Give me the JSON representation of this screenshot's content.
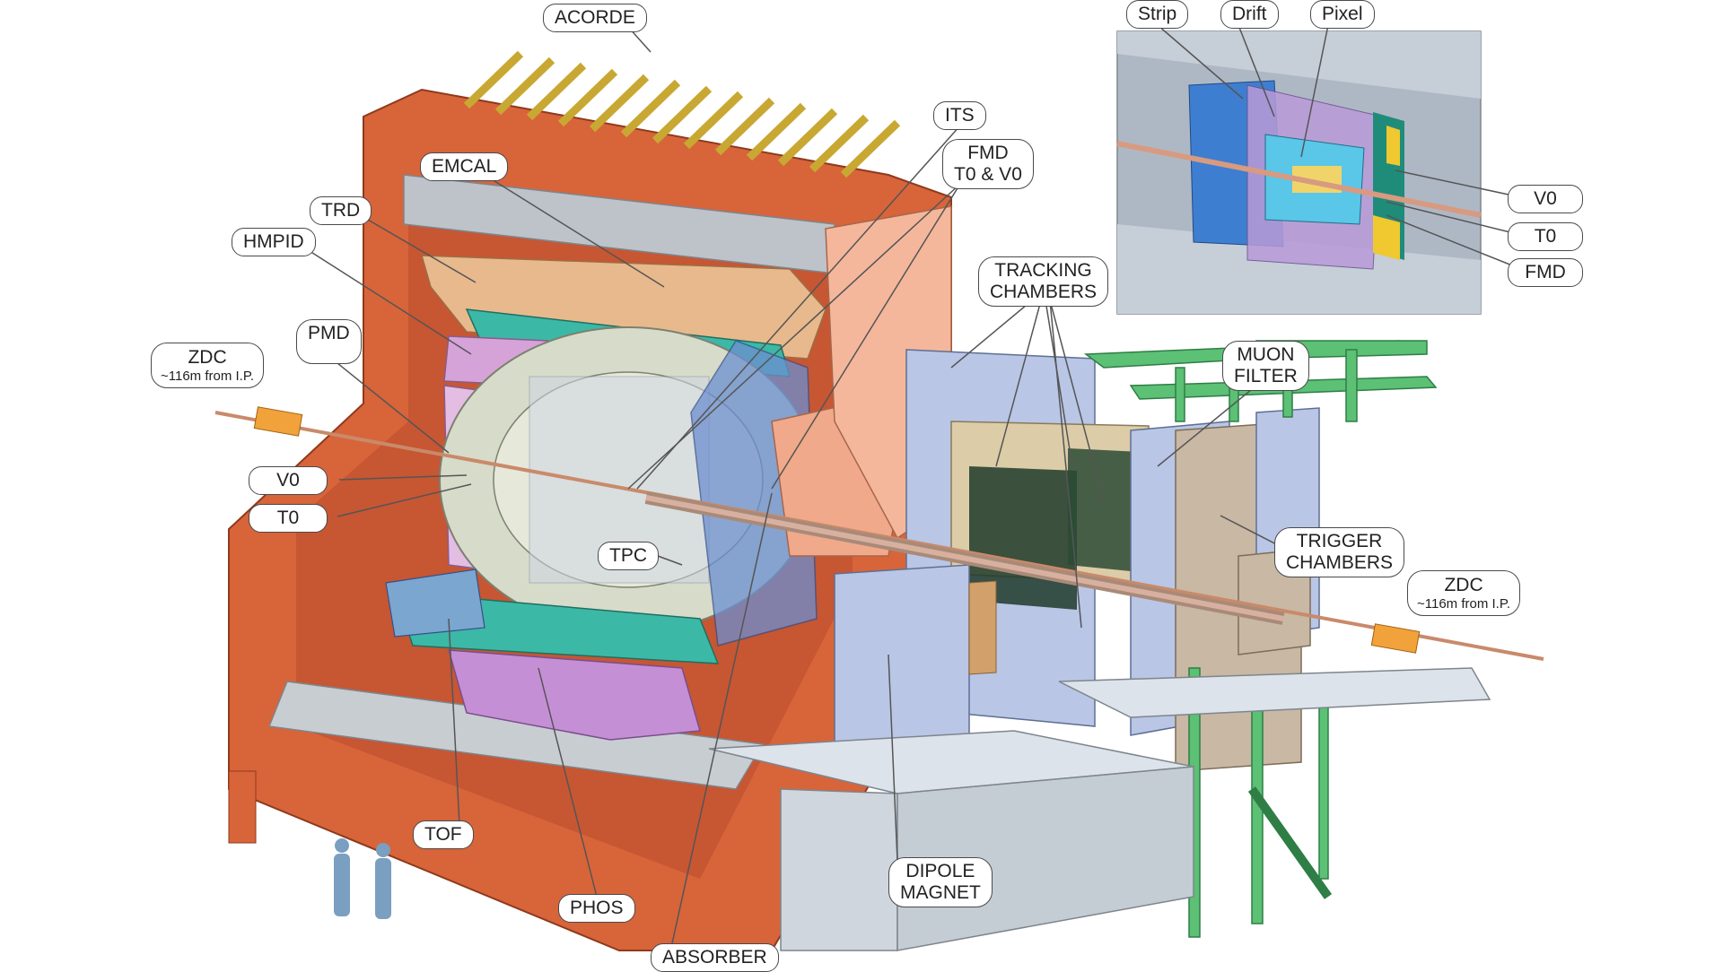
{
  "diagram": {
    "labels": {
      "acorde": "ACORDE",
      "its": "ITS",
      "fmd_t0_v0_line1": "FMD",
      "fmd_t0_v0_line2": "T0 & V0",
      "emcal": "EMCAL",
      "trd": "TRD",
      "hmpid": "HMPID",
      "pmd": "PMD",
      "zdc_left": "ZDC",
      "zdc_left_sub": "~116m from I.P.",
      "v0_left": "V0",
      "t0_left": "T0",
      "tpc": "TPC",
      "tof": "TOF",
      "phos": "PHOS",
      "absorber": "ABSORBER",
      "dipole_line1": "DIPOLE",
      "dipole_line2": "MAGNET",
      "tracking_line1": "TRACKING",
      "tracking_line2": "CHAMBERS",
      "muon_line1": "MUON",
      "muon_line2": "FILTER",
      "trigger_line1": "TRIGGER",
      "trigger_line2": "CHAMBERS",
      "zdc_right": "ZDC",
      "zdc_right_sub": "~116m from I.P.",
      "inset_strip": "Strip",
      "inset_drift": "Drift",
      "inset_pixel": "Pixel",
      "inset_v0": "V0",
      "inset_t0": "T0",
      "inset_fmd": "FMD"
    },
    "colors": {
      "magnet_yoke": "#d8643a",
      "magnet_dark": "#b44a26",
      "green_structure": "#5cc075",
      "platform": "#dde3ea",
      "blue_chambers": "#b9c6e6",
      "trd_teal": "#3cb8a6",
      "emcal_tan": "#e8b98c",
      "phos_purple": "#c58fd6",
      "tpc_grey": "#d7dbc9",
      "beam_pipe": "#c98a6a",
      "absorber_salmon": "#f0a98a",
      "muon_tan": "#c8b8a4",
      "inset_bg": "#aeb8c5"
    }
  }
}
